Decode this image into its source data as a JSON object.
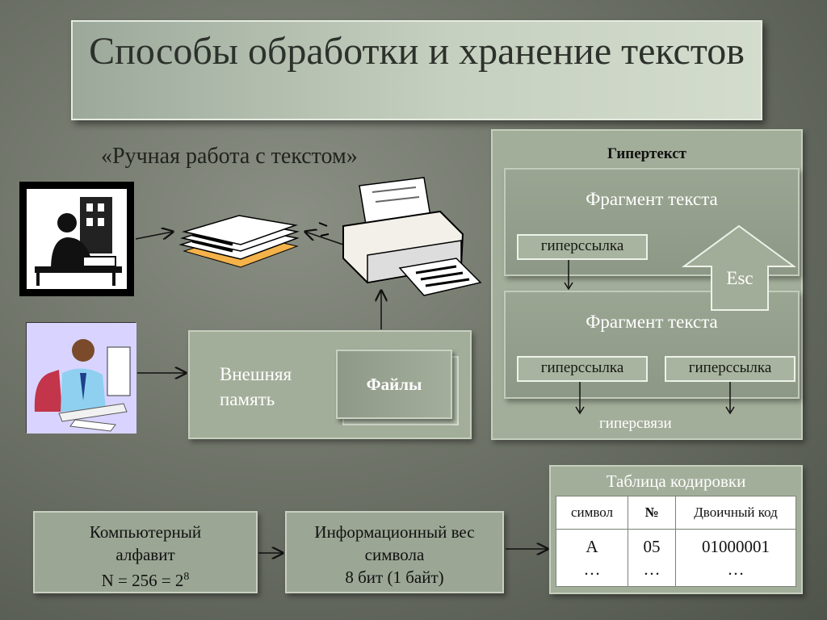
{
  "title": "Способы обработки и хранение текстов",
  "manual_label": "«Ручная работа с текстом»",
  "hypertext": {
    "title": "Гипертекст",
    "fragment1": {
      "title": "Фрагмент текста",
      "link": "гиперссылка"
    },
    "fragment2": {
      "title": "Фрагмент текста",
      "links": [
        "гиперссылка",
        "гиперссылка"
      ]
    },
    "esc_label": "Esc",
    "hyperlinks_label": "гиперсвязи"
  },
  "memory": {
    "line1": "Внешняя",
    "line2": "память",
    "files_label": "Файлы"
  },
  "alphabet": {
    "line1": "Компьютерный",
    "line2": "алфавит",
    "formula": "N = 256 = 2",
    "exponent": "8"
  },
  "weight": {
    "line1": "Информационный вес",
    "line2": "символа",
    "line3": "8 бит (1 байт)"
  },
  "encoding_table": {
    "title": "Таблица кодировки",
    "headers": [
      "символ",
      "№",
      "Двоичный код"
    ],
    "row": {
      "symbol": "A",
      "number": "05",
      "code": "01000001",
      "ellipsis": "…"
    }
  },
  "colors": {
    "background": "#6e7368",
    "panel": "#a3ae9a",
    "title_box": "#c6d0c0",
    "text_light": "#ffffff"
  },
  "icons": [
    "man-on-phone-icon",
    "paper-stack-icon",
    "printer-icon",
    "man-at-computer-icon",
    "up-arrow-icon"
  ]
}
